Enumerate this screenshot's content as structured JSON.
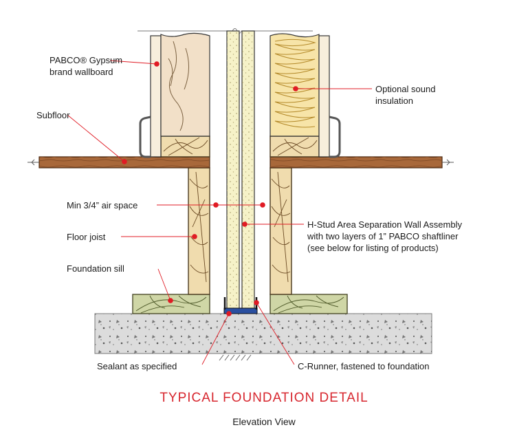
{
  "labels": {
    "wallboard_line1": "PABCO® Gypsum",
    "wallboard_line2": "brand wallboard",
    "insulation_line1": "Optional sound",
    "insulation_line2": "insulation",
    "subfloor": "Subfloor",
    "air_space": "Min 3/4” air space",
    "floor_joist": "Floor joist",
    "hstud_line1": "H-Stud Area Separation Wall Assembly",
    "hstud_line2": "with two layers of 1” PABCO shaftliner",
    "hstud_line3": "(see below for listing of products)",
    "foundation_sill": "Foundation sill",
    "sealant": "Sealant as specified",
    "c_runner": "C-Runner, fastened to foundation"
  },
  "title": "TYPICAL FOUNDATION DETAIL",
  "subtitle": "Elevation View",
  "colors": {
    "accent_red": "#d7262e",
    "callout_dot": "#e01b24",
    "wallboard": "#f2e0c8",
    "shaftliner": "#f6f2c8",
    "insulation": "#f3d58a",
    "subfloor_wood": "#a8683a",
    "joist_wood": "#f0dcae",
    "sill_wood": "#cfd6a6",
    "concrete": "#dcdcdc",
    "c_runner": "#2a4fa0"
  }
}
